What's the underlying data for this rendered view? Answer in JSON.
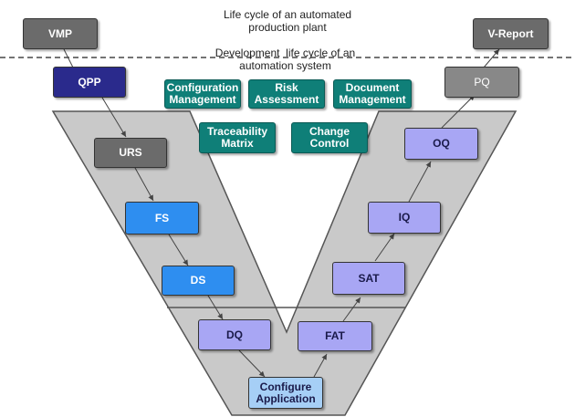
{
  "captions": {
    "plant_line1": "Life cycle of an automated",
    "plant_line2": "production plant",
    "dev_line1": "Development  life cycle of an",
    "dev_line2": "automation system"
  },
  "boxes": {
    "vmp": "VMP",
    "v_report": "V-Report",
    "qpp": "QPP",
    "pq": "PQ",
    "urs": "URS",
    "fs": "FS",
    "ds": "DS",
    "dq": "DQ",
    "configure_line1": "Configure",
    "configure_line2": "Application",
    "fat": "FAT",
    "sat": "SAT",
    "iq": "IQ",
    "oq": "OQ"
  },
  "processes": {
    "config_mgmt_line1": "Configuration",
    "config_mgmt_line2": "Management",
    "risk_line1": "Risk",
    "risk_line2": "Assessment",
    "doc_mgmt_line1": "Document",
    "doc_mgmt_line2": "Management",
    "trace_line1": "Traceability",
    "trace_line2": "Matrix",
    "change_line1": "Change",
    "change_line2": "Control"
  },
  "colors": {
    "dark_gray": "#6b6b6b",
    "navy": "#2a2a8c",
    "blue": "#2e8ef0",
    "lavender": "#a8a6f4",
    "light_blue": "#a6cff6",
    "teal": "#0f7f78",
    "v_fill": "#c9c9c9"
  }
}
